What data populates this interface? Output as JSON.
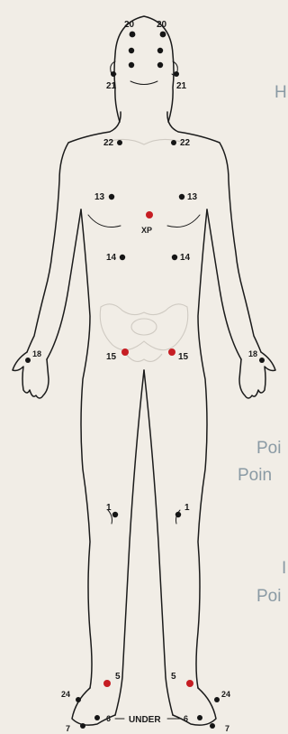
{
  "labels": {
    "p20": "20",
    "p21": "21",
    "p22": "22",
    "p13": "13",
    "xp": "XP",
    "p14": "14",
    "p18": "18",
    "p15": "15",
    "p1": "1",
    "p5": "5",
    "p24": "24",
    "p6": "6",
    "p7": "7",
    "under": "UNDER"
  },
  "side_text": {
    "t1": "H",
    "t2": "Poi",
    "t3": "Poin",
    "t4": "I",
    "t5": "Poi"
  },
  "colors": {
    "point_black": "#151515",
    "point_red": "#c61d23",
    "side_text": "#8a9aa4"
  }
}
